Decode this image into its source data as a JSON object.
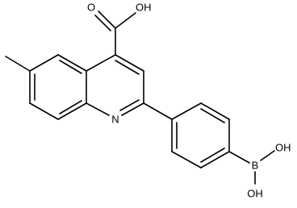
{
  "molecule": {
    "labels": {
      "carboxyl_oh": "OH",
      "carbonyl_o": "O",
      "ring_n": "N",
      "boron": "B",
      "boron_oh_upper": "OH",
      "boron_oh_lower": "OH"
    }
  }
}
